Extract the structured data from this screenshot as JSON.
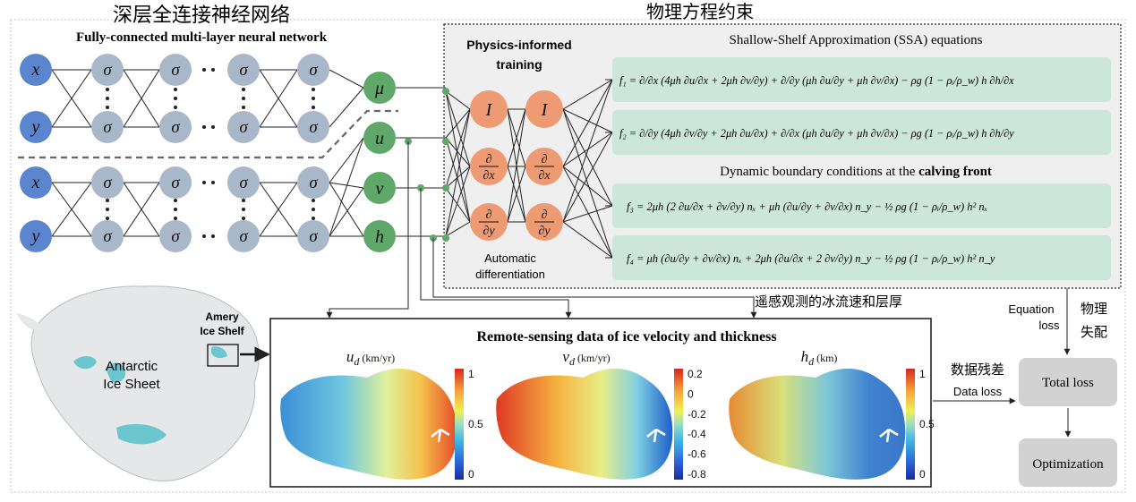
{
  "headings": {
    "nn_cn": "深层全连接神经网络",
    "nn_en": "Fully-connected multi-layer neural network",
    "phys_cn": "物理方程约束",
    "pinn_training_1": "Physics-informed",
    "pinn_training_2": "training",
    "autodiff_1": "Automatic",
    "autodiff_2": "differentiation",
    "ssa_title": "Shallow-Shelf Approximation (SSA) equations",
    "bc_title_plain": "Dynamic boundary conditions at the ",
    "bc_title_bold": "calving front",
    "rs_cn": "遥感观测的冰流速和层厚",
    "rs_title": "Remote-sensing data of ice velocity and thickness",
    "eq_loss_1": "Equation",
    "eq_loss_2": "loss",
    "eq_loss_cn_1": "物理",
    "eq_loss_cn_2": "失配",
    "data_loss_cn": "数据残差",
    "data_loss": "Data loss",
    "total_loss": "Total loss",
    "optimization": "Optimization",
    "amery_1": "Amery",
    "amery_2": "Ice Shelf",
    "ais_1": "Antarctic",
    "ais_2": "Ice Sheet"
  },
  "nodes": {
    "inputs": [
      "x",
      "y"
    ],
    "hidden": "σ",
    "outputs": [
      "μ",
      "u",
      "v",
      "h"
    ],
    "ad_ops": [
      "I",
      "∂/∂x",
      "∂/∂y"
    ]
  },
  "equations": {
    "f1": "f₁ = ∂/∂x (4μh ∂u/∂x + 2μh ∂v/∂y) + ∂/∂y (μh ∂u/∂y + μh ∂v/∂x) − ρg (1 − ρᵢ/ρ_w) h ∂h/∂x",
    "f2": "f₂ = ∂/∂y (4μh ∂v/∂y + 2μh ∂u/∂x) + ∂/∂x (μh ∂u/∂y + μh ∂v/∂x) − ρg (1 − ρᵢ/ρ_w) h ∂h/∂y",
    "f3": "f₃ = 2μh (2 ∂u/∂x + ∂v/∂y) nₓ + μh (∂u/∂y + ∂v/∂x) n_y − ½ ρg (1 − ρᵢ/ρ_w) h² nₓ",
    "f4": "f₄ = μh (∂u/∂y + ∂v/∂x) nₓ + 2μh (∂u/∂x + 2 ∂v/∂y) n_y − ½ ρg (1 − ρᵢ/ρ_w) h² n_y"
  },
  "maps": [
    {
      "var": "u",
      "sub": "d",
      "unit": "(km/yr)",
      "ticks": [
        "1",
        "0.5",
        "0"
      ]
    },
    {
      "var": "v",
      "sub": "d",
      "unit": "(km/yr)",
      "ticks": [
        "0.2",
        "0",
        "-0.2",
        "-0.4",
        "-0.6",
        "-0.8"
      ]
    },
    {
      "var": "h",
      "sub": "d",
      "unit": "(km)",
      "ticks": [
        "1",
        "0.5",
        "0"
      ]
    }
  ],
  "colors": {
    "input": "#5b86cf",
    "hidden": "#a9b8c8",
    "output": "#5fa869",
    "ad": "#ee9a72",
    "eq_box": "#cde6dc",
    "loss_box": "#d2d2d2"
  }
}
